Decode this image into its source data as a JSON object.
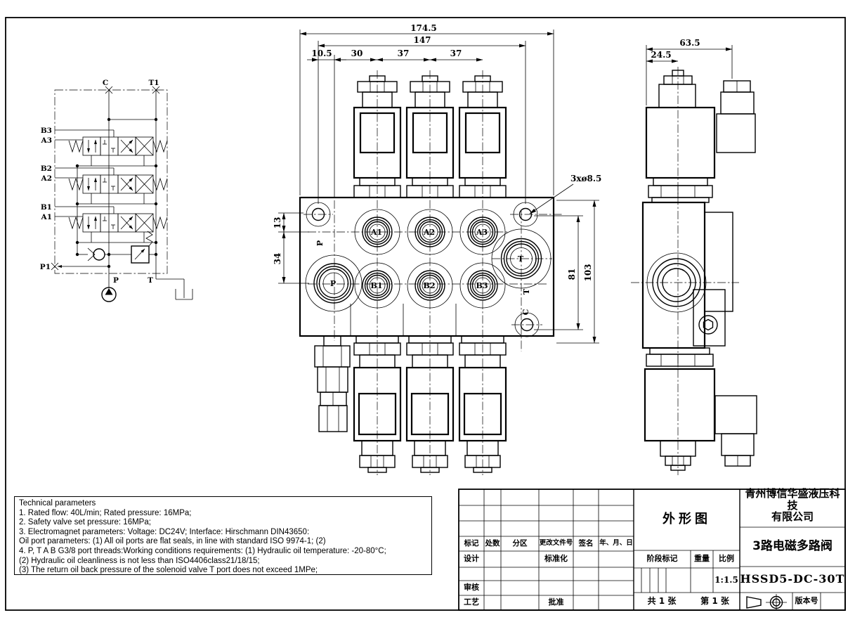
{
  "schematic": {
    "top_ports": {
      "c": "C",
      "t1": "T1"
    },
    "work_ports": [
      {
        "b": "B3",
        "a": "A3"
      },
      {
        "b": "B2",
        "a": "A2"
      },
      {
        "b": "B1",
        "a": "A1"
      }
    ],
    "inlet": "P1",
    "pump": "P",
    "tank": "T"
  },
  "front_view": {
    "dims": {
      "total_width": "174.5",
      "hole_span": "147",
      "edge_offset": "10.5",
      "p_to_section": "30",
      "section_pitch_1": "37",
      "section_pitch_2": "37",
      "hole_to_a": "13",
      "a_to_b": "34",
      "port_span": "81",
      "body_height": "103",
      "mount_holes": "3xø8.5"
    },
    "ports": {
      "a1": "A1",
      "a2": "A2",
      "a3": "A3",
      "b1": "B1",
      "b2": "B2",
      "b3": "B3",
      "p": "P",
      "t": "T"
    },
    "edge_labels": {
      "p": "P",
      "t": "T",
      "c": "C"
    }
  },
  "side_view": {
    "dims": {
      "depth": "63.5",
      "center_offset": "24.5"
    }
  },
  "tech_params": {
    "title": "Technical parameters",
    "lines": [
      "1. Rated flow: 40L/min; Rated pressure: 16MPa;",
      "2. Safety valve set pressure: 16MPa;",
      "3. Electromagnet parameters: Voltage: DC24V; Interface: Hirschmann DIN43650:",
      "Oil port parameters: (1) All oil ports are flat seals, in line with standard ISO 9974-1; (2)",
      " 4. P, T  A B G3/8  port threads:Working conditions requirements: (1) Hydraulic oil temperature: -20-80°C;",
      "(2) Hydraulic oil cleanliness is not less than ISO4406class21/18/15;",
      "(3) The return oil back pressure of the solenoid valve T port does not exceed 1MPe;"
    ]
  },
  "title_block": {
    "company_line1": "青州博信华盛液压科技",
    "company_line2": "有限公司",
    "view_name": "外形图",
    "product_name": "3路电磁多路阀",
    "model": "HSSD5-DC-30T",
    "scale_value": "1:1.5",
    "rev_headers": [
      "标记",
      "处数",
      "分区",
      "更改文件号",
      "签名",
      "年、月、日"
    ],
    "labels": {
      "design": "设计",
      "standardize": "标准化",
      "audit": "审核",
      "process": "工艺",
      "approve": "批准",
      "stage_mark": "阶段标记",
      "weight": "重量",
      "scale": "比例",
      "total_sheets": "共 1 张",
      "sheet_number": "第 1 张",
      "version": "版本号"
    }
  }
}
